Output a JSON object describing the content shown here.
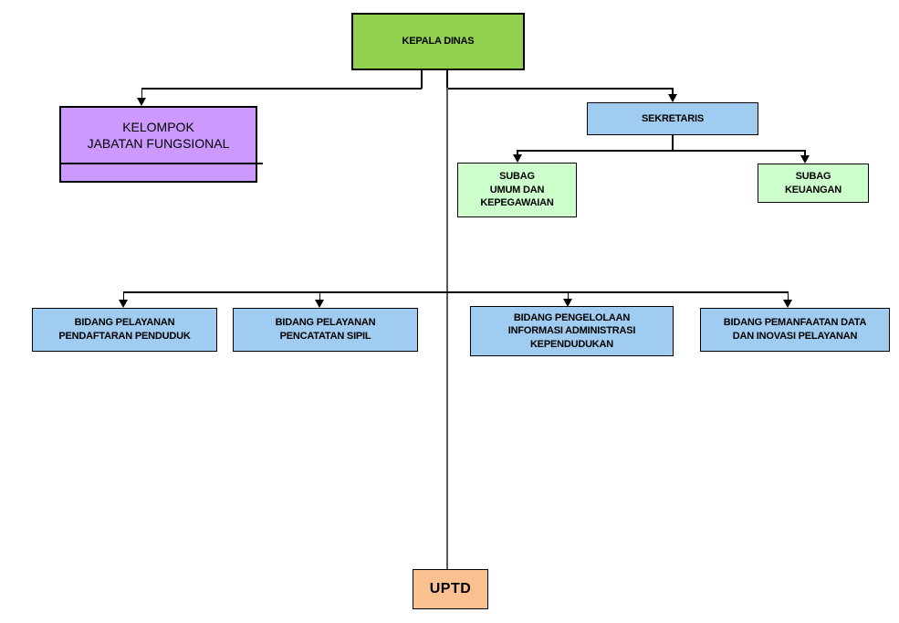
{
  "diagram": {
    "type": "org-chart",
    "background_color": "#ffffff",
    "line_color": "#000000",
    "trunk_line_color": "#595959",
    "nodes": [
      {
        "id": "kepala-dinas",
        "label": "KEPALA DINAS",
        "color": "#92D050"
      },
      {
        "id": "kelompok-jabatan-fungsional",
        "label": "KELOMPOK\nJABATAN FUNGSIONAL",
        "color": "#CC99FF"
      },
      {
        "id": "sekretaris",
        "label": "SEKRETARIS",
        "color": "#9FCCF0"
      },
      {
        "id": "subag-umum-dan-kepegawaian",
        "label": "SUBAG\nUMUM DAN\nKEPEGAWAIAN",
        "color": "#CCFFCC"
      },
      {
        "id": "subag-keuangan",
        "label": "SUBAG\nKEUANGAN",
        "color": "#CCFFCC"
      },
      {
        "id": "bidang-pelayanan-pendaftaran-penduduk",
        "label": "BIDANG PELAYANAN\nPENDAFTARAN PENDUDUK",
        "color": "#9FCCF0"
      },
      {
        "id": "bidang-pelayanan-pencatatan-sipil",
        "label": "BIDANG PELAYANAN\nPENCATATAN SIPIL",
        "color": "#9FCCF0"
      },
      {
        "id": "bidang-pengelolaan-informasi-administrasi-kependudukan",
        "label": "BIDANG PENGELOLAAN\nINFORMASI ADMINISTRASI\nKEPENDUDUKAN",
        "color": "#9FCCF0"
      },
      {
        "id": "bidang-pemanfaatan-data-dan-inovasi-pelayanan",
        "label": "BIDANG PEMANFAATAN DATA\nDAN INOVASI PELAYANAN",
        "color": "#9FCCF0"
      },
      {
        "id": "uptd",
        "label": "UPTD",
        "color": "#FAC090"
      }
    ],
    "edges": [
      {
        "from": "KEPALA DINAS",
        "to": "KELOMPOK JABATAN FUNGSIONAL"
      },
      {
        "from": "KEPALA DINAS",
        "to": "SEKRETARIS"
      },
      {
        "from": "SEKRETARIS",
        "to": "SUBAG UMUM DAN KEPEGAWAIAN"
      },
      {
        "from": "SEKRETARIS",
        "to": "SUBAG KEUANGAN"
      },
      {
        "from": "KEPALA DINAS",
        "to": "BIDANG PELAYANAN PENDAFTARAN PENDUDUK"
      },
      {
        "from": "KEPALA DINAS",
        "to": "BIDANG PELAYANAN PENCATATAN SIPIL"
      },
      {
        "from": "KEPALA DINAS",
        "to": "BIDANG PENGELOLAAN INFORMASI ADMINISTRASI KEPENDUDUKAN"
      },
      {
        "from": "KEPALA DINAS",
        "to": "BIDANG PEMANFAATAN DATA DAN INOVASI PELAYANAN"
      },
      {
        "from": "KEPALA DINAS",
        "to": "UPTD"
      }
    ]
  }
}
